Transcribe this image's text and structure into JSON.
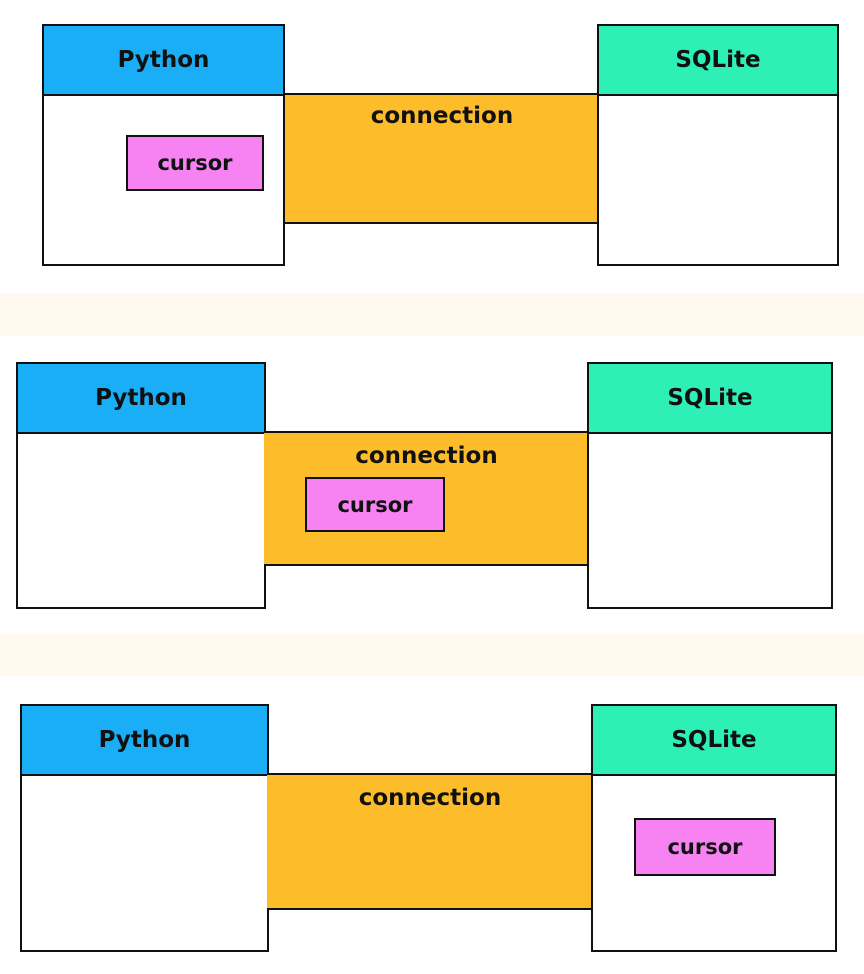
{
  "colors": {
    "python": "#1aaef7",
    "sqlite": "#2ef0b7",
    "connection": "#fdbd2a",
    "cursor": "#f783f2",
    "separator": "#fff9ef"
  },
  "panels": [
    {
      "python_label": "Python",
      "sqlite_label": "SQLite",
      "connection_label": "connection",
      "cursor_label": "cursor",
      "cursor_location": "python"
    },
    {
      "python_label": "Python",
      "sqlite_label": "SQLite",
      "connection_label": "connection",
      "cursor_label": "cursor",
      "cursor_location": "connection"
    },
    {
      "python_label": "Python",
      "sqlite_label": "SQLite",
      "connection_label": "connection",
      "cursor_label": "cursor",
      "cursor_location": "sqlite"
    }
  ]
}
